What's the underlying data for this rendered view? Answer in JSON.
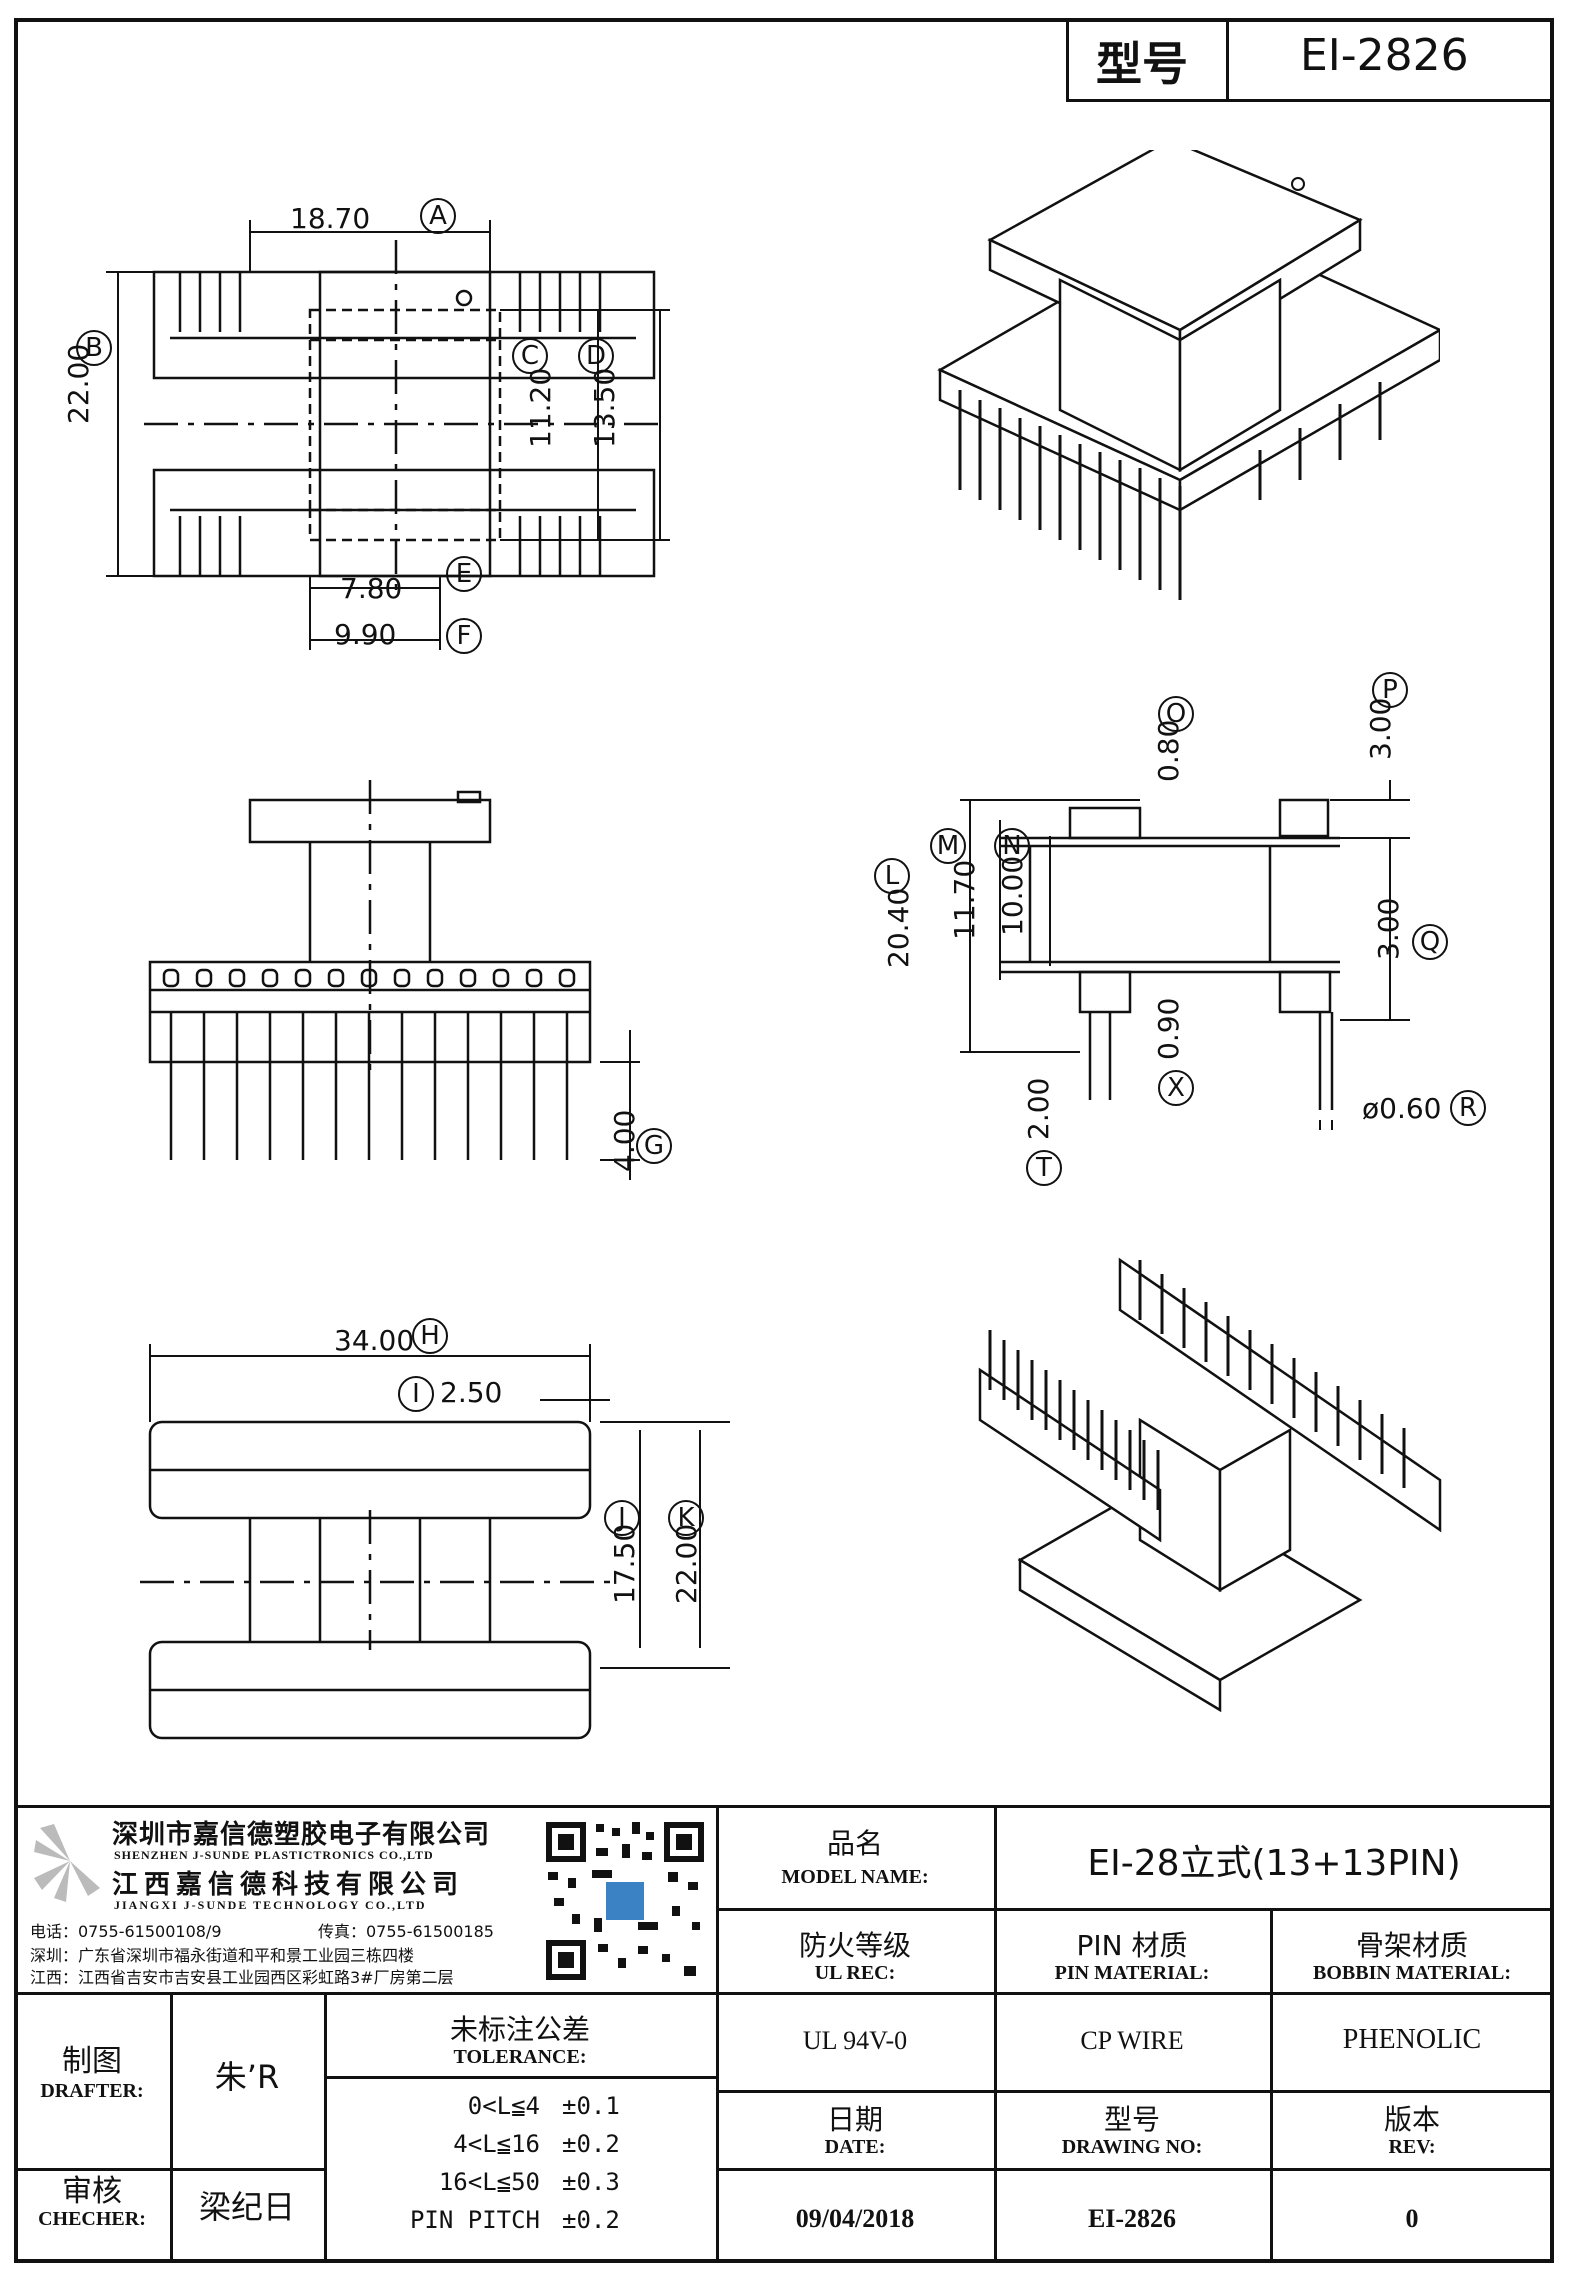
{
  "header": {
    "model_label": "型号",
    "model_value": "EI-2826"
  },
  "top_view": {
    "dimensions": [
      {
        "value": "18.70",
        "tag": "A"
      },
      {
        "value": "22.00",
        "tag": "B"
      },
      {
        "value": "11.20",
        "tag": "C"
      },
      {
        "value": "13.50",
        "tag": "D"
      },
      {
        "value": "7.80",
        "tag": "E"
      },
      {
        "value": "9.90",
        "tag": "F"
      }
    ]
  },
  "front_view": {
    "dimensions": [
      {
        "value": "4.00",
        "tag": "G"
      }
    ]
  },
  "side_view": {
    "dimensions": [
      {
        "value": "0.80",
        "tag": "O"
      },
      {
        "value": "3.00",
        "tag": "P"
      },
      {
        "value": "20.40",
        "tag": "L"
      },
      {
        "value": "11.70",
        "tag": "M"
      },
      {
        "value": "10.00",
        "tag": "N"
      },
      {
        "value": "3.00",
        "tag": "Q"
      },
      {
        "value": "0.90",
        "tag": "X"
      },
      {
        "value": "2.00",
        "tag": "T"
      },
      {
        "value": "ø0.60",
        "tag": "R"
      }
    ]
  },
  "bottom_view": {
    "dimensions": [
      {
        "value": "34.00",
        "tag": "H"
      },
      {
        "value": "2.50",
        "tag": "I"
      },
      {
        "value": "17.50",
        "tag": "J"
      },
      {
        "value": "22.00",
        "tag": "K"
      }
    ]
  },
  "company": {
    "name_sz": "深圳市嘉信德塑胶电子有限公司",
    "name_sz_en": "SHENZHEN J-SUNDE PLASTICTRONICS CO.,LTD",
    "name_jx": "江西嘉信德科技有限公司",
    "name_jx_en": "JIANGXI J-SUNDE TECHNOLOGY CO.,LTD",
    "tel": "电话：0755-61500108/9",
    "fax": "传真：0755-61500185",
    "addr_sz": "深圳：广东省深圳市福永街道和平和景工业园三栋四楼",
    "addr_jx": "江西：江西省吉安市吉安县工业园西区彩虹路3#厂房第二层"
  },
  "title_block": {
    "product_name_cn": "品名",
    "product_name_en": "MODEL NAME:",
    "product_name_value": "EI-28立式(13+13PIN)",
    "ul_cn": "防火等级",
    "ul_en": "UL REC:",
    "ul_value": "UL 94V-0",
    "pin_cn": "PIN 材质",
    "pin_en": "PIN MATERIAL:",
    "pin_value": "CP WIRE",
    "bobbin_cn": "骨架材质",
    "bobbin_en": "BOBBIN MATERIAL:",
    "bobbin_value": "PHENOLIC",
    "drafter_cn": "制图",
    "drafter_en": "DRAFTER:",
    "drafter_value": "朱’R",
    "checker_cn": "审核",
    "checker_en": "CHECHER:",
    "checker_value": "梁纪日",
    "tolerance_cn": "未标注公差",
    "tolerance_en": "TOLERANCE:",
    "tolerances": [
      {
        "range": "0<L≦4",
        "value": "±0.1"
      },
      {
        "range": "4<L≦16",
        "value": "±0.2"
      },
      {
        "range": "16<L≦50",
        "value": "±0.3"
      },
      {
        "range": "PIN PITCH",
        "value": "±0.2"
      }
    ],
    "date_cn": "日期",
    "date_en": "DATE:",
    "date_value": "09/04/2018",
    "drawing_cn": "型号",
    "drawing_en": "DRAWING NO:",
    "drawing_value": "EI-2826",
    "rev_cn": "版本",
    "rev_en": "REV:",
    "rev_value": "0"
  }
}
